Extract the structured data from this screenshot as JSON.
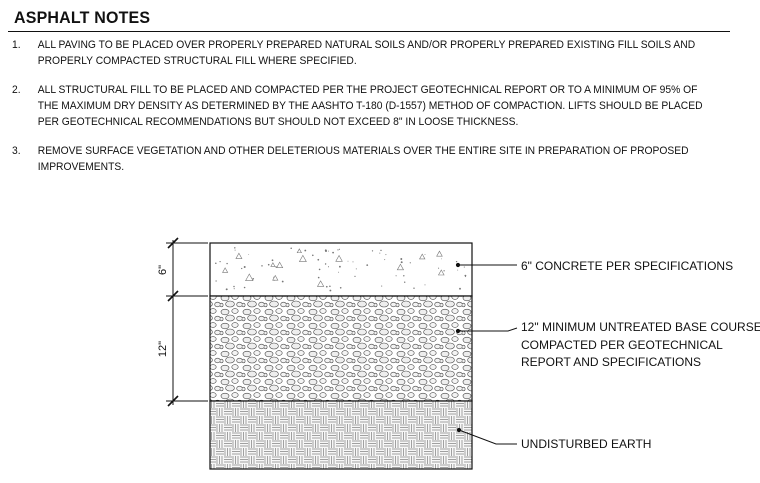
{
  "title": "ASPHALT NOTES",
  "notes": [
    {
      "num": "1.",
      "lines": [
        "ALL PAVING TO BE PLACED OVER PROPERLY PREPARED NATURAL SOILS AND/OR PROPERLY PREPARED EXISTING FILL SOILS AND",
        "PROPERLY COMPACTED STRUCTURAL FILL WHERE SPECIFIED."
      ]
    },
    {
      "num": "2.",
      "lines": [
        "ALL STRUCTURAL FILL TO BE PLACED AND COMPACTED PER THE PROJECT GEOTECHNICAL REPORT OR TO A MINIMUM OF 95% OF",
        "THE MAXIMUM DRY DENSITY AS DETERMINED BY THE AASHTO T-180 (D-1557) METHOD OF COMPACTION. LIFTS SHOULD BE PLACED",
        "PER GEOTECHNICAL RECOMMENDATIONS BUT SHOULD NOT EXCEED 8\" IN LOOSE THICKNESS."
      ]
    },
    {
      "num": "3.",
      "lines": [
        "REMOVE SURFACE VEGETATION AND OTHER DELETERIOUS MATERIALS OVER THE ENTIRE SITE IN PREPARATION OF PROPOSED",
        "IMPROVEMENTS."
      ]
    }
  ],
  "section": {
    "dimensions": {
      "top": "6\"",
      "middle": "12\""
    },
    "labels": {
      "concrete": [
        "6\" CONCRETE PER SPECIFICATIONS"
      ],
      "base": [
        "12\" MINIMUM UNTREATED BASE COURSE",
        "COMPACTED PER GEOTECHNICAL",
        "REPORT AND SPECIFICATIONS"
      ],
      "earth": [
        "UNDISTURBED EARTH"
      ]
    }
  }
}
